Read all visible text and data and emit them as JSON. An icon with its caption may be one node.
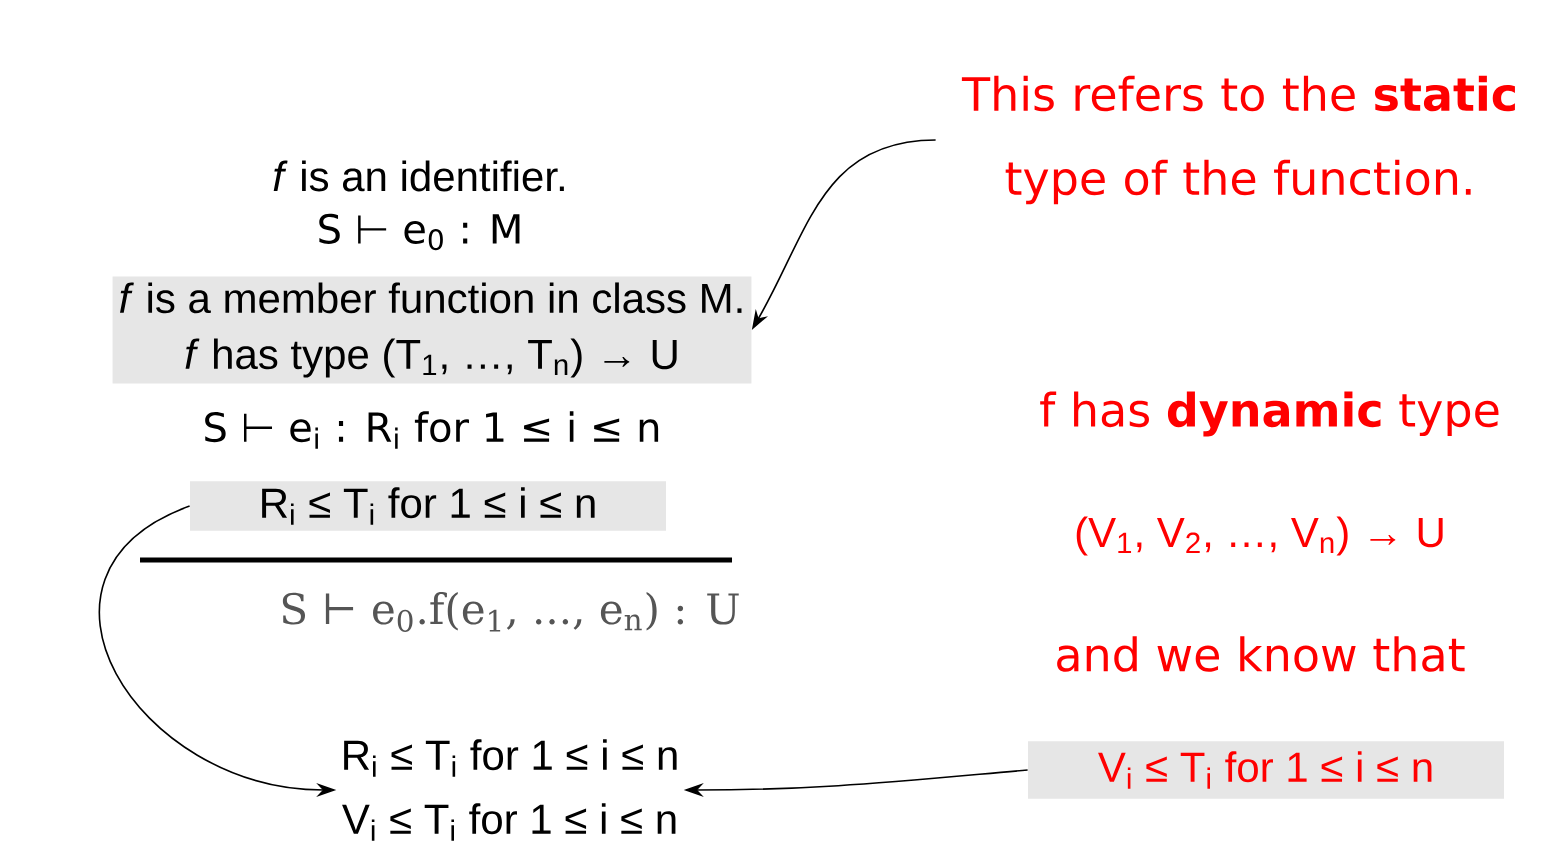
{
  "diagram": {
    "nodes": [
      {
        "text": [
          "This refers to the **static** type of the function."
        ]
      },
      {
        "text": [
          "*f* is a member function in class M.",
          "*f* has type (T$_{1}$, …, T$_{n}$) → U"
        ]
      },
      {
        "text": [
          "R$_{i}$ ≤ T$_{i}$  for 1 ≤ i ≤ n"
        ]
      },
      {
        "text": [
          "R$_{i}$ ≤ T$_{i}$  for 1 ≤ i ≤ n",
          "V$_{i}$ ≤ T$_{i}$  for 1 ≤ i ≤ n"
        ]
      },
      {
        "text": [
          "V$_{i}$ ≤ T$_{i}$ for 1 ≤ i ≤ n"
        ]
      }
    ],
    "edges": [
      {
        "from": 0,
        "to": 1,
        "arrow": "to"
      },
      {
        "from": 2,
        "to": 3,
        "arrow": "to"
      },
      {
        "from": 4,
        "to": 3,
        "arrow": "to"
      }
    ],
    "labels": [
      "*f* is an identifier.",
      "S ⊢ e$_{0}$ : M",
      "S ⊢ e$_{i}$ : R$_{i}$  for 1 ≤ i ≤ n",
      "S ⊢ e$_{0}$.f(e$_{1}$, ..., e$_{n}$)  : U",
      "f has **dynamic** type",
      "(V$_{1}$, V$_{2}$, …, V$_{n}$) → U",
      "and we know that"
    ]
  }
}
